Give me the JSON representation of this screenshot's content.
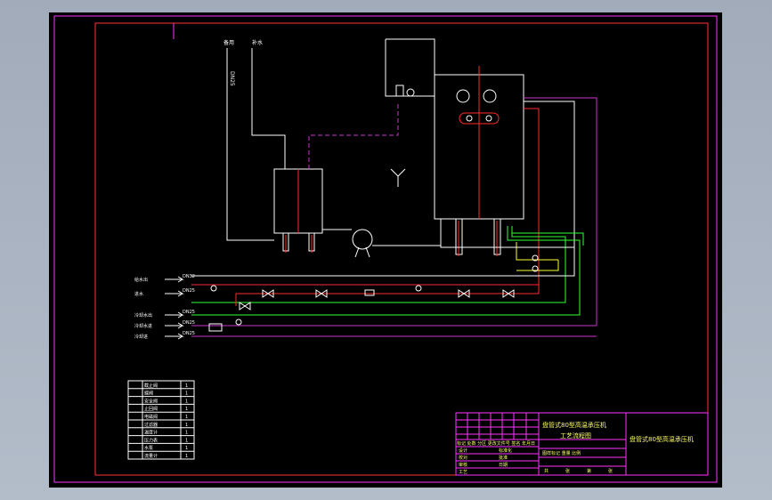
{
  "colors": {
    "background": "#000000",
    "viewer_bg": "#a7b0bf",
    "border": "#ff33ff",
    "frame": "#ff3333",
    "pipe_white": "#ffffff",
    "pipe_red": "#ff2a2a",
    "pipe_green": "#33ff33",
    "pipe_magenta": "#cc33cc",
    "pipe_yellow": "#ffff33",
    "text_yellow": "#ffff66"
  },
  "drawing": {
    "top_labels": [
      "备用",
      "补水"
    ],
    "dn_label": "DN25",
    "pipe_labels": [
      "DN32",
      "DN25",
      "DN25",
      "DN25",
      "DN25"
    ],
    "side_labels": [
      "给水出",
      "进水",
      "冷却水出",
      "冷却水进",
      "冷却进"
    ],
    "legend_rows": [
      {
        "label": "截止阀",
        "count": "1"
      },
      {
        "label": "蝶阀",
        "count": "1"
      },
      {
        "label": "安全阀",
        "count": "1"
      },
      {
        "label": "止回阀",
        "count": "1"
      },
      {
        "label": "电磁阀",
        "count": "1"
      },
      {
        "label": "过滤器",
        "count": "1"
      },
      {
        "label": "温度计",
        "count": "1"
      },
      {
        "label": "压力表",
        "count": "1"
      },
      {
        "label": "水泵",
        "count": "1"
      },
      {
        "label": "流量计",
        "count": "1"
      }
    ]
  },
  "title_block": {
    "title_line1": "盘管式80型高温承压机",
    "title_line2": "工艺流程图",
    "right_title": "盘管式80型高温承压机",
    "sign_row": "标记 处数 分区 更改文件号 签名 年月日",
    "stage_row": "图样标记  重量  比例",
    "left_rows": [
      "设计",
      "校对",
      "审核",
      "工艺"
    ],
    "mid_rows": [
      "标准化",
      "批准",
      "日期"
    ],
    "sheet_row": [
      "共",
      "张",
      "第",
      "张"
    ]
  }
}
